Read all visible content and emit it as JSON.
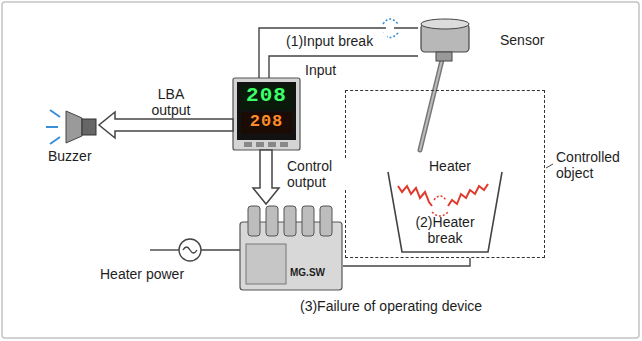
{
  "diagram": {
    "nodes": [
      {
        "text": [
          "208",
          "208"
        ]
      },
      {
        "text": [
          "Sensor"
        ]
      },
      {
        "text": [
          "Controlled object"
        ]
      },
      {
        "text": [
          "Buzzer"
        ]
      },
      {
        "text": [
          "MG.SW"
        ]
      }
    ],
    "edges": [
      {
        "from": 0,
        "to": 1,
        "arrow": "none",
        "label": "(1)Input break"
      },
      {
        "from": 0,
        "to": 3,
        "arrow": "to",
        "label": "LBA output"
      },
      {
        "from": 0,
        "to": 4,
        "arrow": "to",
        "label": "Control output"
      },
      {
        "from": 4,
        "to": 2,
        "arrow": "none"
      }
    ],
    "labels": [
      "Input",
      "Heater",
      "(2)Heater break",
      "Heater power",
      "(3)Failure of operating device"
    ]
  }
}
